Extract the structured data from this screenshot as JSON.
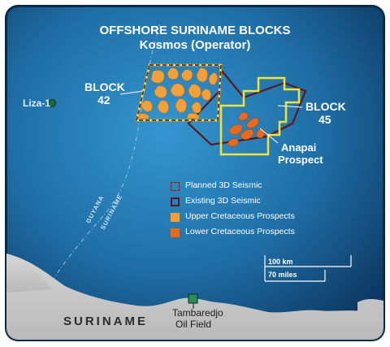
{
  "title": {
    "line1": "OFFSHORE SURINAME BLOCKS",
    "line2": "Kosmos (Operator)"
  },
  "labels": {
    "block42": [
      "BLOCK",
      "42"
    ],
    "block45": [
      "BLOCK",
      "45"
    ],
    "liza": "Liza-1",
    "anapai": [
      "Anapai",
      "Prospect"
    ],
    "guyana": "GUYANA",
    "suriname_border": "SURINAME",
    "suriname_country": "SURINAME",
    "tambaredjo": [
      "Tambaredjo",
      "Oil Field"
    ]
  },
  "legend": [
    {
      "label": "Planned 3D Seismic",
      "style": "dashed-outline",
      "color": "#6b1c1c"
    },
    {
      "label": "Existing 3D Seismic",
      "style": "solid-outline",
      "color": "#5a1820"
    },
    {
      "label": "Upper Cretaceous Prospects",
      "style": "fill",
      "color": "#f2a03a"
    },
    {
      "label": "Lower Cretaceous Prospects",
      "style": "fill",
      "color": "#e86a1e"
    }
  ],
  "scale_bar": {
    "km_label": "100 km",
    "miles_label": "70 miles"
  },
  "colors": {
    "ocean_light": "#2a8bc4",
    "ocean_dark": "#0e3a63",
    "land": "#c9c9c9",
    "block_outline": "#f2e23a",
    "upper_cretaceous": "#f2a03a",
    "lower_cretaceous": "#e86a1e",
    "seismic": "#5a1820",
    "liza_marker": "#1f6b3f",
    "oilfield_marker": "#2a8a5a"
  }
}
